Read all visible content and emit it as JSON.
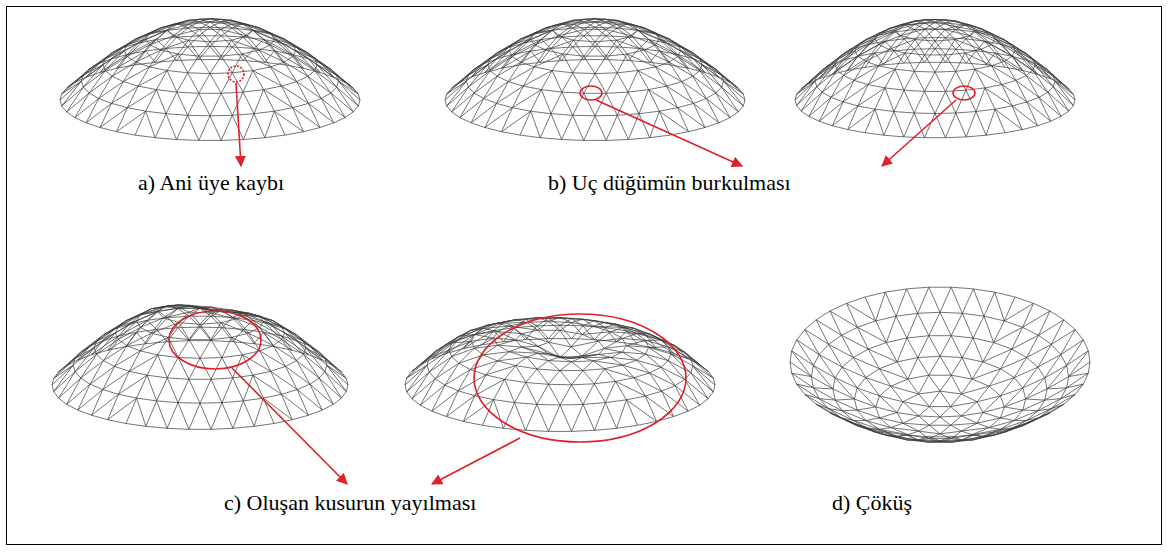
{
  "diagram": {
    "labels": [
      "a) Ani üye kaybı",
      "b) Uç düğümün burkulması",
      "c) Oluşan kusurun yayılması",
      "d) Çöküş"
    ]
  }
}
